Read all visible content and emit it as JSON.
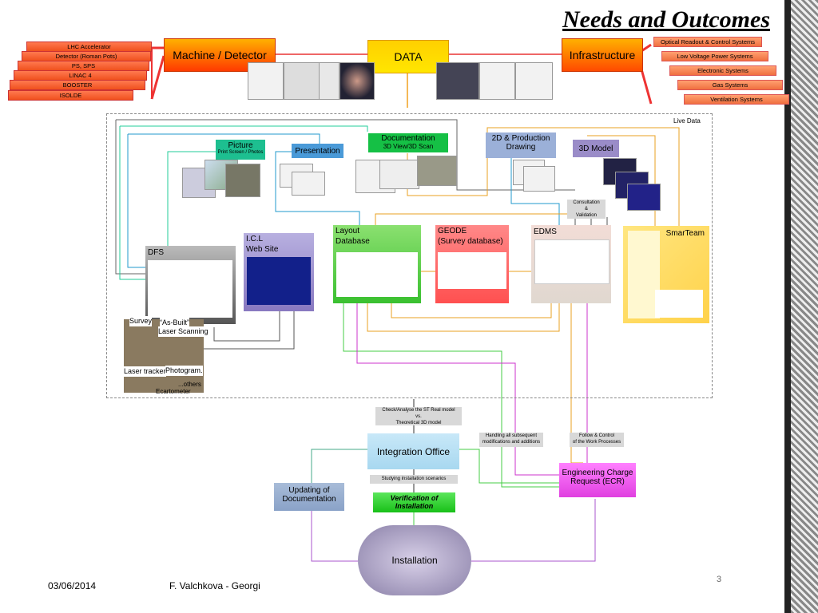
{
  "title": "Needs and Outcomes",
  "left_list": [
    "LHC Accelerator",
    "Detector (Roman Pots)",
    "PS, SPS",
    "LINAC 4",
    "BOOSTER",
    "ISOLDE"
  ],
  "right_list": [
    "Optical Readout & Control Systems",
    "Low Voltage Power Systems",
    "Electronic Systems",
    "Gas Systems",
    "Ventilation Systems"
  ],
  "machine_detector": "Machine / Detector",
  "data": "DATA",
  "infrastructure": "Infrastructure",
  "live_data": "Live Data",
  "picture": {
    "title": "Picture",
    "sub": "Print Screen / Photos"
  },
  "presentation": "Presentation",
  "documentation": {
    "title": "Documentation",
    "sub": "3D View/3D Scan"
  },
  "drawing": {
    "l1": "2D & Production",
    "l2": "Drawing"
  },
  "model3d": "3D Model",
  "consultation": {
    "l1": "Consultation",
    "l2": "&",
    "l3": "Validation"
  },
  "dfs": "DFS",
  "icl": {
    "l1": "I.C.L",
    "l2": "Web Site"
  },
  "layout_db": {
    "l1": "Layout",
    "l2": "Database"
  },
  "geode": {
    "l1": "GEODE",
    "l2": "(Survey database)"
  },
  "edms": "EDMS",
  "smarteam": "SmarTeam",
  "survey": {
    "survey": "Survey",
    "asbuilt": "“As-Built”",
    "laser_scanning": "Laser Scanning",
    "laser_tracker": "Laser tracker",
    "photogram": "Photogram.",
    "others": "...others",
    "ecartometer": "Ecartometer"
  },
  "check": {
    "l1": "Check/Analyse the ST Real model",
    "l2": "vs.",
    "l3": "Theoretical 3D model"
  },
  "integration": "Integration Office",
  "studying": "Studying installation scenarios",
  "verification": {
    "l1": "Verification of",
    "l2": "Installation"
  },
  "updating": {
    "l1": "Updating of",
    "l2": "Documentation"
  },
  "installation": "Installation",
  "handling": {
    "l1": "Handling all subsequent",
    "l2": "modifications and additions"
  },
  "follow": {
    "l1": "Follow & Control",
    "l2": "of the Work Processes"
  },
  "ecr": {
    "l1": "Engineering Charge",
    "l2": "Request (ECR)"
  },
  "footer": {
    "date": "03/06/2014",
    "author": "F. Valchkova - Georgi",
    "page": "3"
  }
}
